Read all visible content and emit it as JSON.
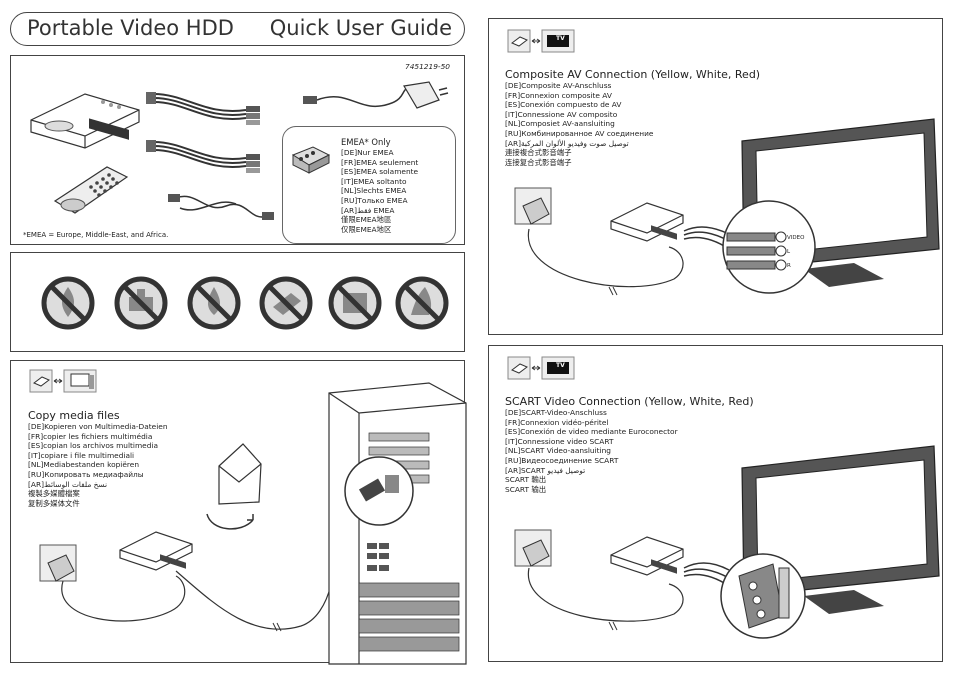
{
  "header": {
    "title_left": "Portable Video HDD",
    "title_right": "Quick User Guide"
  },
  "package": {
    "part_number": "7451219-50",
    "emea_heading": "EMEA* Only",
    "emea_lines": [
      "[DE]Nur EMEA",
      "[FR]EMEA seulement",
      "[ES]EMEA solamente",
      "[IT]EMEA soltanto",
      "[NL]Slechts EMEA",
      "[RU]Только EMEA",
      "[AR]فقط EMEA",
      "僅限EMEA地區",
      "仅限EMEA地区"
    ],
    "footnote": "*EMEA = Europe, Middle-East, and Africa."
  },
  "warnings": {
    "icons": [
      "no-fire-icon",
      "no-disassemble-icon",
      "no-water-icon",
      "no-drop-icon",
      "no-magnet-icon",
      "no-heat-icon"
    ]
  },
  "copy_media": {
    "heading": "Copy media files",
    "lines": [
      "[DE]Kopieren von Multimedia-Dateien",
      "[FR]copier les fichiers multimédia",
      "[ES]copian los archivos multimedia",
      "[IT]copiare i file multimediali",
      "[NL]Mediabestanden kopiëren",
      "[RU]Копировать медиафайлы",
      "[AR]نسخ ملفات الوسائط",
      "複製多媒體檔案",
      "复制多媒体文件"
    ]
  },
  "composite": {
    "tv_label": "TV",
    "heading": "Composite AV Connection (Yellow, White, Red)",
    "lines": [
      "[DE]Composite AV-Anschluss",
      "[FR]Connexion composite AV",
      "[ES]Conexión compuesto de AV",
      "[IT]Connessione AV composito",
      "[NL]Composiet AV-aansluiting",
      "[RU]Комбинированное AV соединение",
      "[AR]توصيل صوت وفيديو الألوان المركبة",
      "連接複合式影音端子",
      "连接复合式影音端子"
    ],
    "jack_labels": [
      "VIDEO",
      "L",
      "R"
    ]
  },
  "scart": {
    "tv_label": "TV",
    "heading": "SCART Video Connection (Yellow, White, Red)",
    "lines": [
      "[DE]SCART-Video-Anschluss",
      "[FR]Connexion vidéo-péritel",
      "[ES]Conexión de video mediante Euroconector",
      "[IT]Connessione video SCART",
      "[NL]SCART Video-aansluiting",
      "[RU]Видеосоединение SCART",
      "[AR]SCART توصيل فيديو",
      "SCART 輸出",
      "SCART 输出"
    ]
  }
}
